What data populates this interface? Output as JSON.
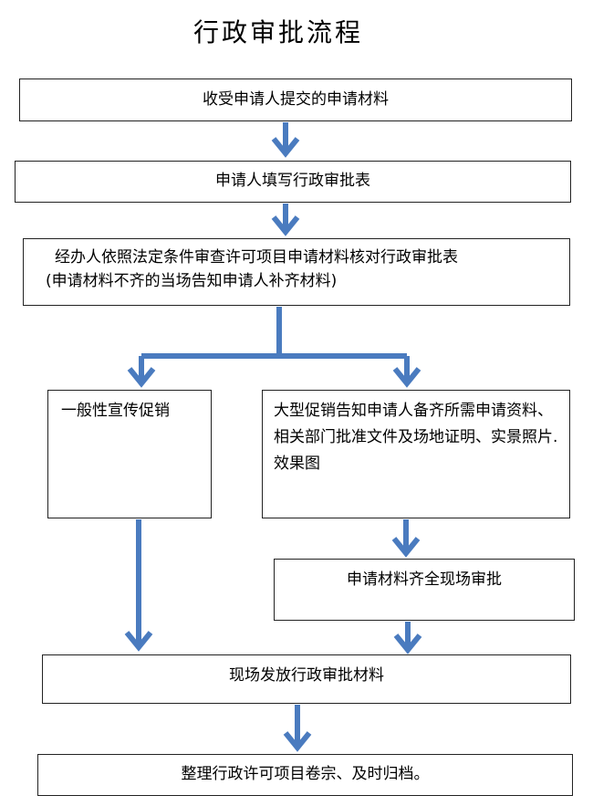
{
  "title": "行政审批流程",
  "steps": {
    "receive": "收受申请人提交的申请材料",
    "fill_form": "申请人填写行政审批表",
    "review_line1": "经办人依照法定条件审查许可项目申请材料核对行政审批表",
    "review_line2": "(申请材料不齐的当场告知申请人补齐材料)",
    "general_promo": "一般性宣传促销",
    "large_promo": "大型促销告知申请人备齐所需申请资料、相关部门批准文件及场地证明、实景照片.效果图",
    "onsite_review": "申请材料齐全现场审批",
    "issue_materials": "现场发放行政审批材料",
    "archive": "整理行政许可项目卷宗、及时归档。"
  },
  "colors": {
    "arrow": "#4a7bbf",
    "border": "#222222"
  }
}
